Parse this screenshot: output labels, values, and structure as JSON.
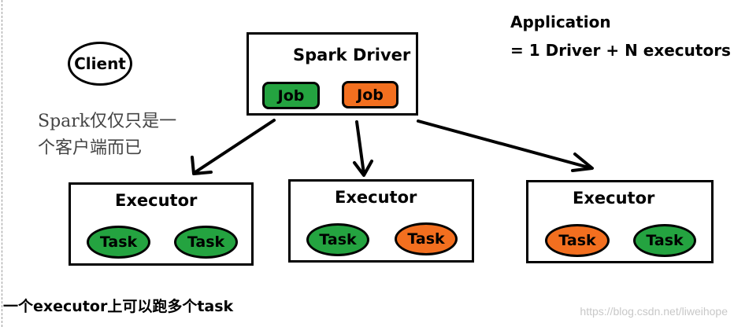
{
  "client": {
    "label": "Client"
  },
  "note": {
    "lines": [
      "Spark仅仅只是一",
      "个客户端而已"
    ]
  },
  "application": {
    "title": "Application",
    "formula": "= 1 Driver + N executors"
  },
  "driver": {
    "title": "Spark Driver",
    "jobs": [
      {
        "label": "Job",
        "color": "#24a340"
      },
      {
        "label": "Job",
        "color": "#f36f1f"
      }
    ]
  },
  "executors": [
    {
      "title": "Executor",
      "tasks": [
        {
          "label": "Task",
          "color": "#24a340"
        },
        {
          "label": "Task",
          "color": "#24a340"
        }
      ]
    },
    {
      "title": "Executor",
      "tasks": [
        {
          "label": "Task",
          "color": "#24a340"
        },
        {
          "label": "Task",
          "color": "#f36f1f"
        }
      ]
    },
    {
      "title": "Executor",
      "tasks": [
        {
          "label": "Task",
          "color": "#f36f1f"
        },
        {
          "label": "Task",
          "color": "#24a340"
        }
      ]
    }
  ],
  "footer": {
    "text": "一个executor上可以跑多个task"
  },
  "watermark": {
    "text": "https://blog.csdn.net/liweihope"
  }
}
